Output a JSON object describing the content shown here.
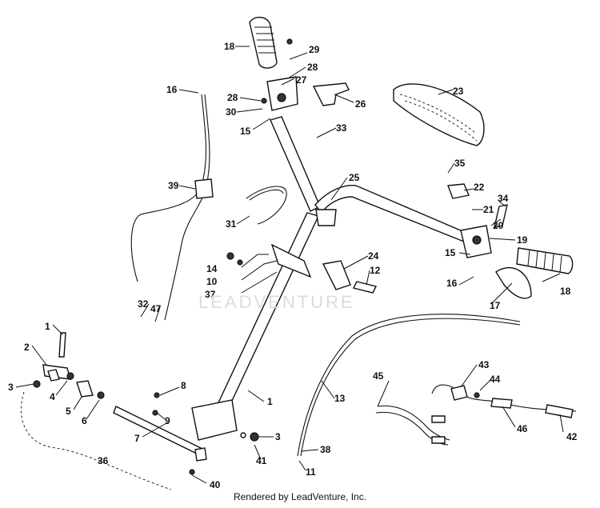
{
  "diagram": {
    "watermark": "LEADVENTURE",
    "footer": "Rendered by LeadVenture, Inc.",
    "callouts": [
      "18",
      "29",
      "28",
      "27",
      "16",
      "28",
      "30",
      "26",
      "23",
      "15",
      "33",
      "39",
      "25",
      "35",
      "22",
      "34",
      "21",
      "20",
      "31",
      "19",
      "14",
      "24",
      "15",
      "12",
      "10",
      "37",
      "16",
      "18",
      "32",
      "47",
      "17",
      "1",
      "2",
      "3",
      "4",
      "5",
      "6",
      "8",
      "1",
      "9",
      "45",
      "43",
      "44",
      "13",
      "46",
      "42",
      "3",
      "7",
      "36",
      "41",
      "38",
      "11",
      "40"
    ]
  }
}
